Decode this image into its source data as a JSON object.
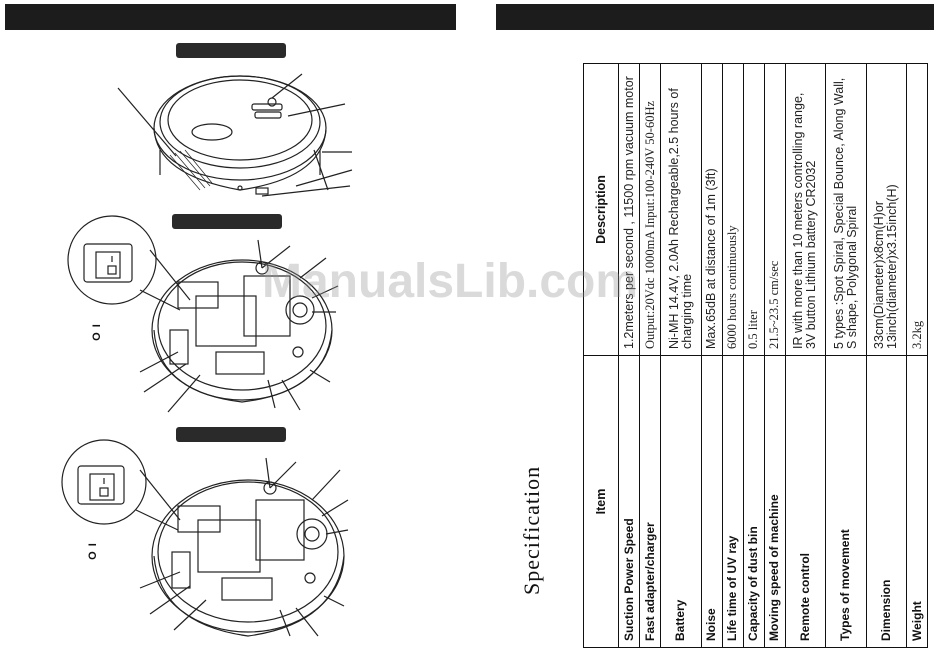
{
  "spec": {
    "title": "Specification",
    "headers": {
      "item": "Item",
      "description": "Description"
    },
    "rows": [
      {
        "item": "Suction Power Speed",
        "desc": [
          "1.2meters per second , 11500 rpm vacuum motor"
        ]
      },
      {
        "item": "Fast adapter/charger",
        "desc": [
          "Output:20Vdc 1000mA  Input:100-240V  50-60Hz"
        ]
      },
      {
        "item": "Battery",
        "desc": [
          "Ni-MH 14.4V, 2.0Ah Rechargeable,2.5 hours of charging time"
        ]
      },
      {
        "item": "Noise",
        "desc": [
          "Max.65dB at distance of 1m (3ft)"
        ]
      },
      {
        "item": "Life time of UV ray",
        "desc": [
          "6000 hours continuously"
        ]
      },
      {
        "item": "Capacity of dust bin",
        "desc": [
          "0.5 liter"
        ]
      },
      {
        "item": "Moving speed of machine",
        "desc": [
          "21.5~23.5 cm/sec"
        ]
      },
      {
        "item": "Remote control",
        "desc": [
          "IR with more than 10 meters controlling range,",
          "3V button Lithium battery CR2032"
        ]
      },
      {
        "item": "Types of movement",
        "desc": [
          "5 types :Spot Spiral, Special Bounce, Along Wall, S shape, Polygonal Spiral"
        ]
      },
      {
        "item": "Dimension",
        "desc": [
          "33cm(Diameter)x8cm(H)or 13inch(diameter)x3.15inch(H)"
        ]
      },
      {
        "item": "Weight",
        "desc": [
          "3.2kg"
        ]
      }
    ]
  },
  "switch_labels": {
    "upper": "O I",
    "lower": "O I"
  },
  "watermark": "ManualsLib.com"
}
